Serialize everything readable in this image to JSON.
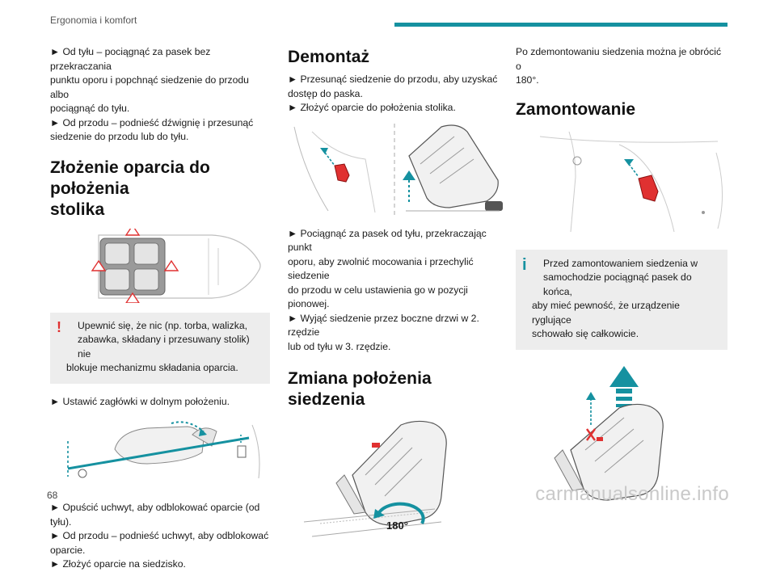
{
  "header": {
    "section_title": "Ergonomia i komfort"
  },
  "page_number": "68",
  "watermark": "carmanualsonline.info",
  "col1": {
    "intro_lines": [
      "► Od tyłu – pociągnąć za pasek bez przekraczania",
      "punktu oporu i popchnąć siedzenie do przodu albo",
      "pociągnąć do tyłu.",
      "► Od przodu – podnieść dźwignię i przesunąć",
      "siedzenie do przodu lub do tyłu."
    ],
    "heading_lines": [
      "Złożenie oparcia do położenia",
      "stolika"
    ],
    "warning_mark": "!",
    "warning_lines": [
      "Upewnić się, że nic (np. torba, walizka,",
      "zabawka, składany i przesuwany stolik) nie",
      "blokuje mechanizmu składania oparcia."
    ],
    "step_headrest": "► Ustawić zagłówki w dolnym położeniu.",
    "final_lines": [
      "► Opuścić uchwyt, aby odblokować oparcie (od",
      "tyłu).",
      "► Od przodu – podnieść uchwyt, aby odblokować",
      "oparcie.",
      "► Złożyć oparcie na siedzisko."
    ]
  },
  "col2": {
    "heading": "Demontaż",
    "steps_a": [
      "► Przesunąć siedzenie do przodu, aby uzyskać",
      "dostęp do paska.",
      "► Złożyć oparcie do położenia stolika."
    ],
    "steps_b": [
      "► Pociągnąć za pasek od tyłu, przekraczając punkt",
      "oporu, aby zwolnić mocowania i przechylić siedzenie",
      "do przodu w celu ustawienia go w pozycji pionowej.",
      "► Wyjąć siedzenie przez boczne drzwi w 2. rzędzie",
      "lub od tyłu w 3. rzędzie."
    ],
    "heading2": "Zmiana położenia siedzenia",
    "rotation_label": "180°"
  },
  "col3": {
    "intro_lines": [
      "Po zdemontowaniu siedzenia można je obrócić o",
      "180°."
    ],
    "heading": "Zamontowanie",
    "info_mark": "i",
    "info_lines": [
      "Przed zamontowaniem siedzenia w",
      "samochodzie pociągnąć pasek do końca,",
      "aby mieć pewność, że urządzenie ryglujące",
      "schowało się całkowicie."
    ]
  },
  "colors": {
    "accent": "#1591a0",
    "warning": "#e03131",
    "box_bg": "#ededed"
  },
  "icons": {
    "warning": "exclamation-icon",
    "info": "info-icon",
    "warning_triangle": "warning-triangle-icon",
    "up_arrow": "up-arrow-icon",
    "rotate": "rotate-180-icon"
  }
}
